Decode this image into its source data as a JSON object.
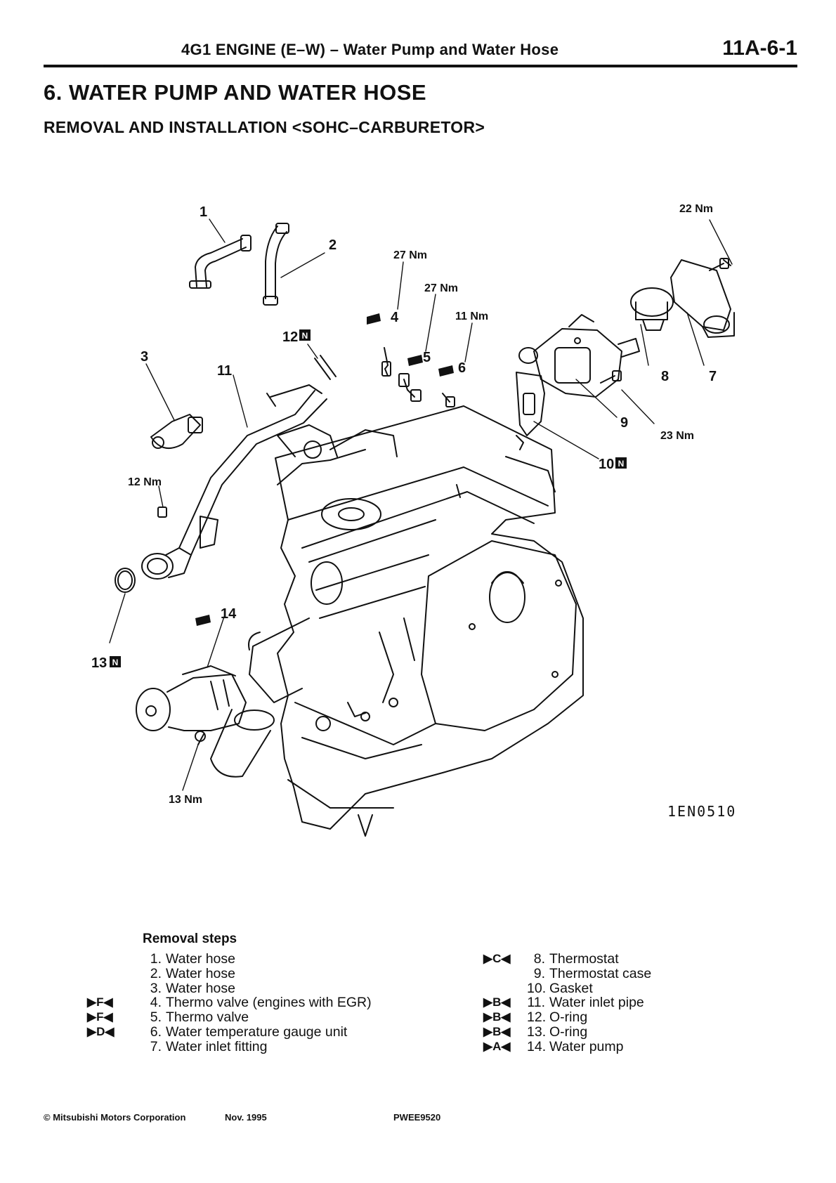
{
  "header": {
    "section": "4G1 ENGINE (E–W) – Water Pump and Water Hose",
    "page": "11A-6-1"
  },
  "title": "6. WATER PUMP AND WATER HOSE",
  "subtitle": "REMOVAL AND INSTALLATION <SOHC–CARBURETOR>",
  "diagram": {
    "figure_code": "1EN0510",
    "callouts": {
      "c1": "1",
      "c2": "2",
      "c3": "3",
      "c4": "4",
      "c5": "5",
      "c6": "6",
      "c7": "7",
      "c8": "8",
      "c9": "9",
      "c10": "10",
      "c11": "11",
      "c12": "12",
      "c13": "13",
      "c14": "14"
    },
    "torques": {
      "t22": "22 Nm",
      "t27a": "27 Nm",
      "t27b": "27 Nm",
      "t11": "11 Nm",
      "t23": "23 Nm",
      "t12": "12 Nm",
      "t13": "13 Nm"
    },
    "new_part_mark": "N"
  },
  "removal_steps": {
    "title": "Removal steps",
    "left": [
      {
        "mark": "",
        "num": "1.",
        "text": "Water hose"
      },
      {
        "mark": "",
        "num": "2.",
        "text": "Water hose"
      },
      {
        "mark": "",
        "num": "3.",
        "text": "Water hose"
      },
      {
        "mark": "▶F◀",
        "num": "4.",
        "text": "Thermo valve (engines with EGR)"
      },
      {
        "mark": "▶F◀",
        "num": "5.",
        "text": "Thermo valve"
      },
      {
        "mark": "▶D◀",
        "num": "6.",
        "text": "Water temperature gauge unit"
      },
      {
        "mark": "",
        "num": "7.",
        "text": "Water inlet fitting"
      }
    ],
    "right": [
      {
        "mark": "▶C◀",
        "num": "8.",
        "text": "Thermostat"
      },
      {
        "mark": "",
        "num": "9.",
        "text": "Thermostat case"
      },
      {
        "mark": "",
        "num": "10.",
        "text": "Gasket"
      },
      {
        "mark": "▶B◀",
        "num": "11.",
        "text": "Water inlet pipe"
      },
      {
        "mark": "▶B◀",
        "num": "12.",
        "text": "O-ring"
      },
      {
        "mark": "▶B◀",
        "num": "13.",
        "text": "O-ring"
      },
      {
        "mark": "▶A◀",
        "num": "14.",
        "text": "Water pump"
      }
    ]
  },
  "footer": {
    "copyright": "© Mitsubishi Motors Corporation",
    "date": "Nov. 1995",
    "code": "PWEE9520"
  }
}
